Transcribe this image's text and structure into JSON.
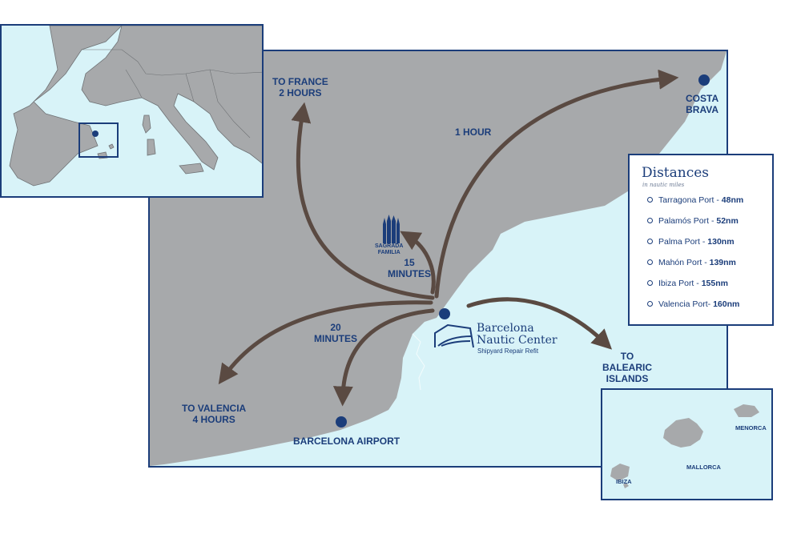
{
  "labels": {
    "france": "TO FRANCE\n2 HOURS",
    "costa_brava": "COSTA\nBRAVA",
    "one_hour": "1 HOUR",
    "sagrada": "SAGRADA\nFAMILIA",
    "fifteen": "15\nMINUTES",
    "twenty": "20\nMINUTES",
    "valencia": "TO VALENCIA\n4 HOURS",
    "airport": "BARCELONA AIRPORT",
    "balearic": "TO\nBALEARIC\nISLANDS"
  },
  "brand": {
    "name": "Barcelona\nNautic Center",
    "tagline": "Shipyard Repair Refit"
  },
  "distances": {
    "title": "Distances",
    "subtitle": "in nautic miles",
    "items": [
      {
        "port": "Tarragona Port - ",
        "value": "48nm"
      },
      {
        "port": "Palamós Port - ",
        "value": "52nm"
      },
      {
        "port": "Palma Port - ",
        "value": "130nm"
      },
      {
        "port": "Mahón Port - ",
        "value": "139nm"
      },
      {
        "port": "Ibiza Port - ",
        "value": "155nm"
      },
      {
        "port": "Valencia Port- ",
        "value": "160nm"
      }
    ]
  },
  "islands": {
    "menorca": "MENORCA",
    "mallorca": "MALLORCA",
    "ibiza": "IBIZA"
  },
  "colors": {
    "land": "#a7a9ab",
    "sea": "#d8f3f8",
    "navy": "#1b3d7a",
    "arrow": "#5a4a42"
  }
}
